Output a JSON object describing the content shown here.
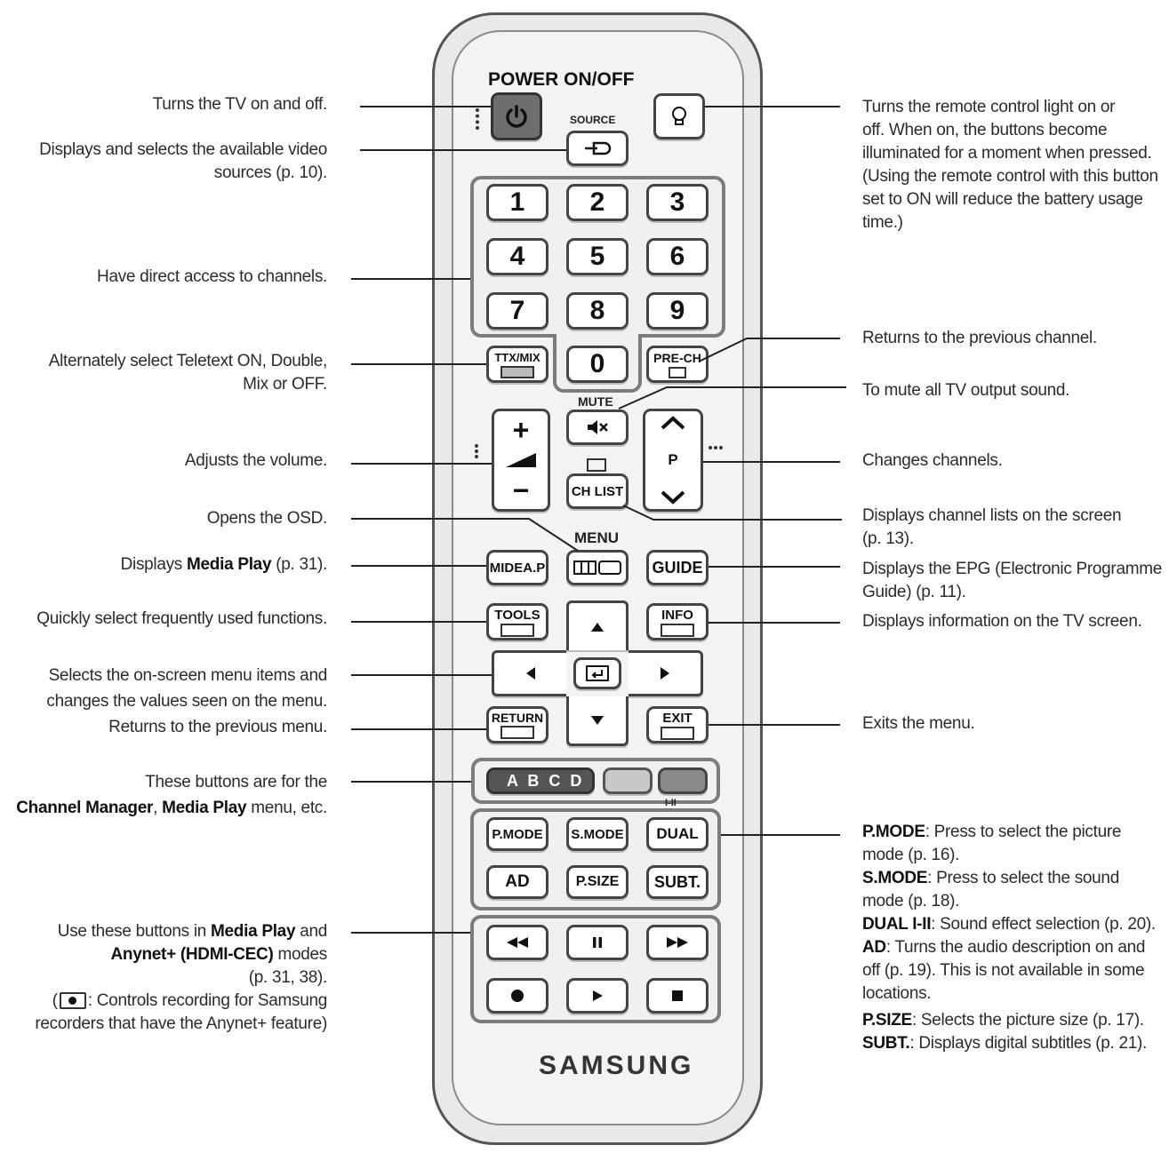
{
  "remote": {
    "power_label": "POWER ON/OFF",
    "source_label": "SOURCE",
    "mute_label": "MUTE",
    "menu_label": "MENU",
    "brand": "SAMSUNG",
    "numbers": [
      "1",
      "2",
      "3",
      "4",
      "5",
      "6",
      "7",
      "8",
      "9",
      "0"
    ],
    "ttx_label": "TTX/MIX",
    "prech_label": "PRE-CH",
    "chlist_label": "CH LIST",
    "p_label": "P",
    "mediap_label": "MIDEA.P",
    "guide_label": "GUIDE",
    "tools_label": "TOOLS",
    "info_label": "INFO",
    "return_label": "RETURN",
    "exit_label": "EXIT",
    "color_buttons_label": "A B C D",
    "dual_mark": "I-II",
    "pmode_label": "P.MODE",
    "smode_label": "S.MODE",
    "dual_label": "DUAL",
    "ad_label": "AD",
    "psize_label": "P.SIZE",
    "subt_label": "SUBT.",
    "plus": "+",
    "minus": "−"
  },
  "notes_left": {
    "power": "Turns the TV on and off.",
    "source_1": "Displays and selects the available video",
    "source_2": "sources (p. 10).",
    "channels": "Have direct access to channels.",
    "ttx_1": "Alternately select Teletext ON, Double,",
    "ttx_2": "Mix or OFF.",
    "volume": "Adjusts the volume.",
    "osd": "Opens the OSD.",
    "mediaplay_pre": "Displays ",
    "mediaplay_bold": "Media Play",
    "mediaplay_post": " (p. 31).",
    "tools": "Quickly select frequently used functions.",
    "nav_1": "Selects the on-screen menu items and",
    "nav_2": "changes the values seen on the menu.",
    "return": "Returns to the previous menu.",
    "color_1": "These buttons are for the",
    "color_2_b1": "Channel Manager",
    "color_2_m": ", ",
    "color_2_b2": "Media Play",
    "color_2_post": " menu, etc.",
    "media_1_pre": "Use these buttons in ",
    "media_1_bold": "Media Play",
    "media_1_post": " and",
    "media_2_bold": "Anynet+ (HDMI-CEC)",
    "media_2_post": "  modes",
    "media_3": "(p. 31, 38).",
    "media_4_pre": "(",
    "media_4_post": ": Controls recording for Samsung",
    "media_5": "recorders that have the Anynet+ feature)"
  },
  "notes_right": {
    "light_1": "Turns the remote control light on or",
    "light_2": "off. When on, the buttons become",
    "light_3": "illuminated for a moment when pressed.",
    "light_4": "(Using the remote control with this button",
    "light_5": "set to ON will reduce the battery usage",
    "light_6": "time.)",
    "prech": "Returns to the previous channel.",
    "mute": "To mute all TV output sound.",
    "channels": "Changes channels.",
    "chlist_1": "Displays channel lists on the screen",
    "chlist_2": "(p. 13).",
    "guide_1": "Displays the EPG (Electronic Programme",
    "guide_2": "Guide) (p. 11).",
    "info": "Displays information on the TV screen.",
    "exit": "Exits the menu.",
    "pmode_b": "P.MODE",
    "pmode_t": ": Press to select the picture",
    "pmode_2": "mode (p. 16).",
    "smode_b": "S.MODE",
    "smode_t": ": Press to select the sound",
    "smode_2": "mode (p. 18).",
    "dual_b": "DUAL I-II",
    "dual_t": ": Sound effect selection (p. 20).",
    "ad_b": "AD",
    "ad_t": ": Turns the audio description on and",
    "ad_2": "off (p. 19). This is not available in some",
    "ad_3": "locations.",
    "psize_b": "P.SIZE",
    "psize_t": ": Selects the picture size (p. 17).",
    "subt_b": "SUBT.",
    "subt_t": ": Displays digital subtitles (p. 21)."
  },
  "colors": {
    "ink": "#2b2b2b",
    "power_button": "#6e6e6e",
    "color_button_dark": "#555555",
    "color_button_light": "#c8c8c8"
  }
}
